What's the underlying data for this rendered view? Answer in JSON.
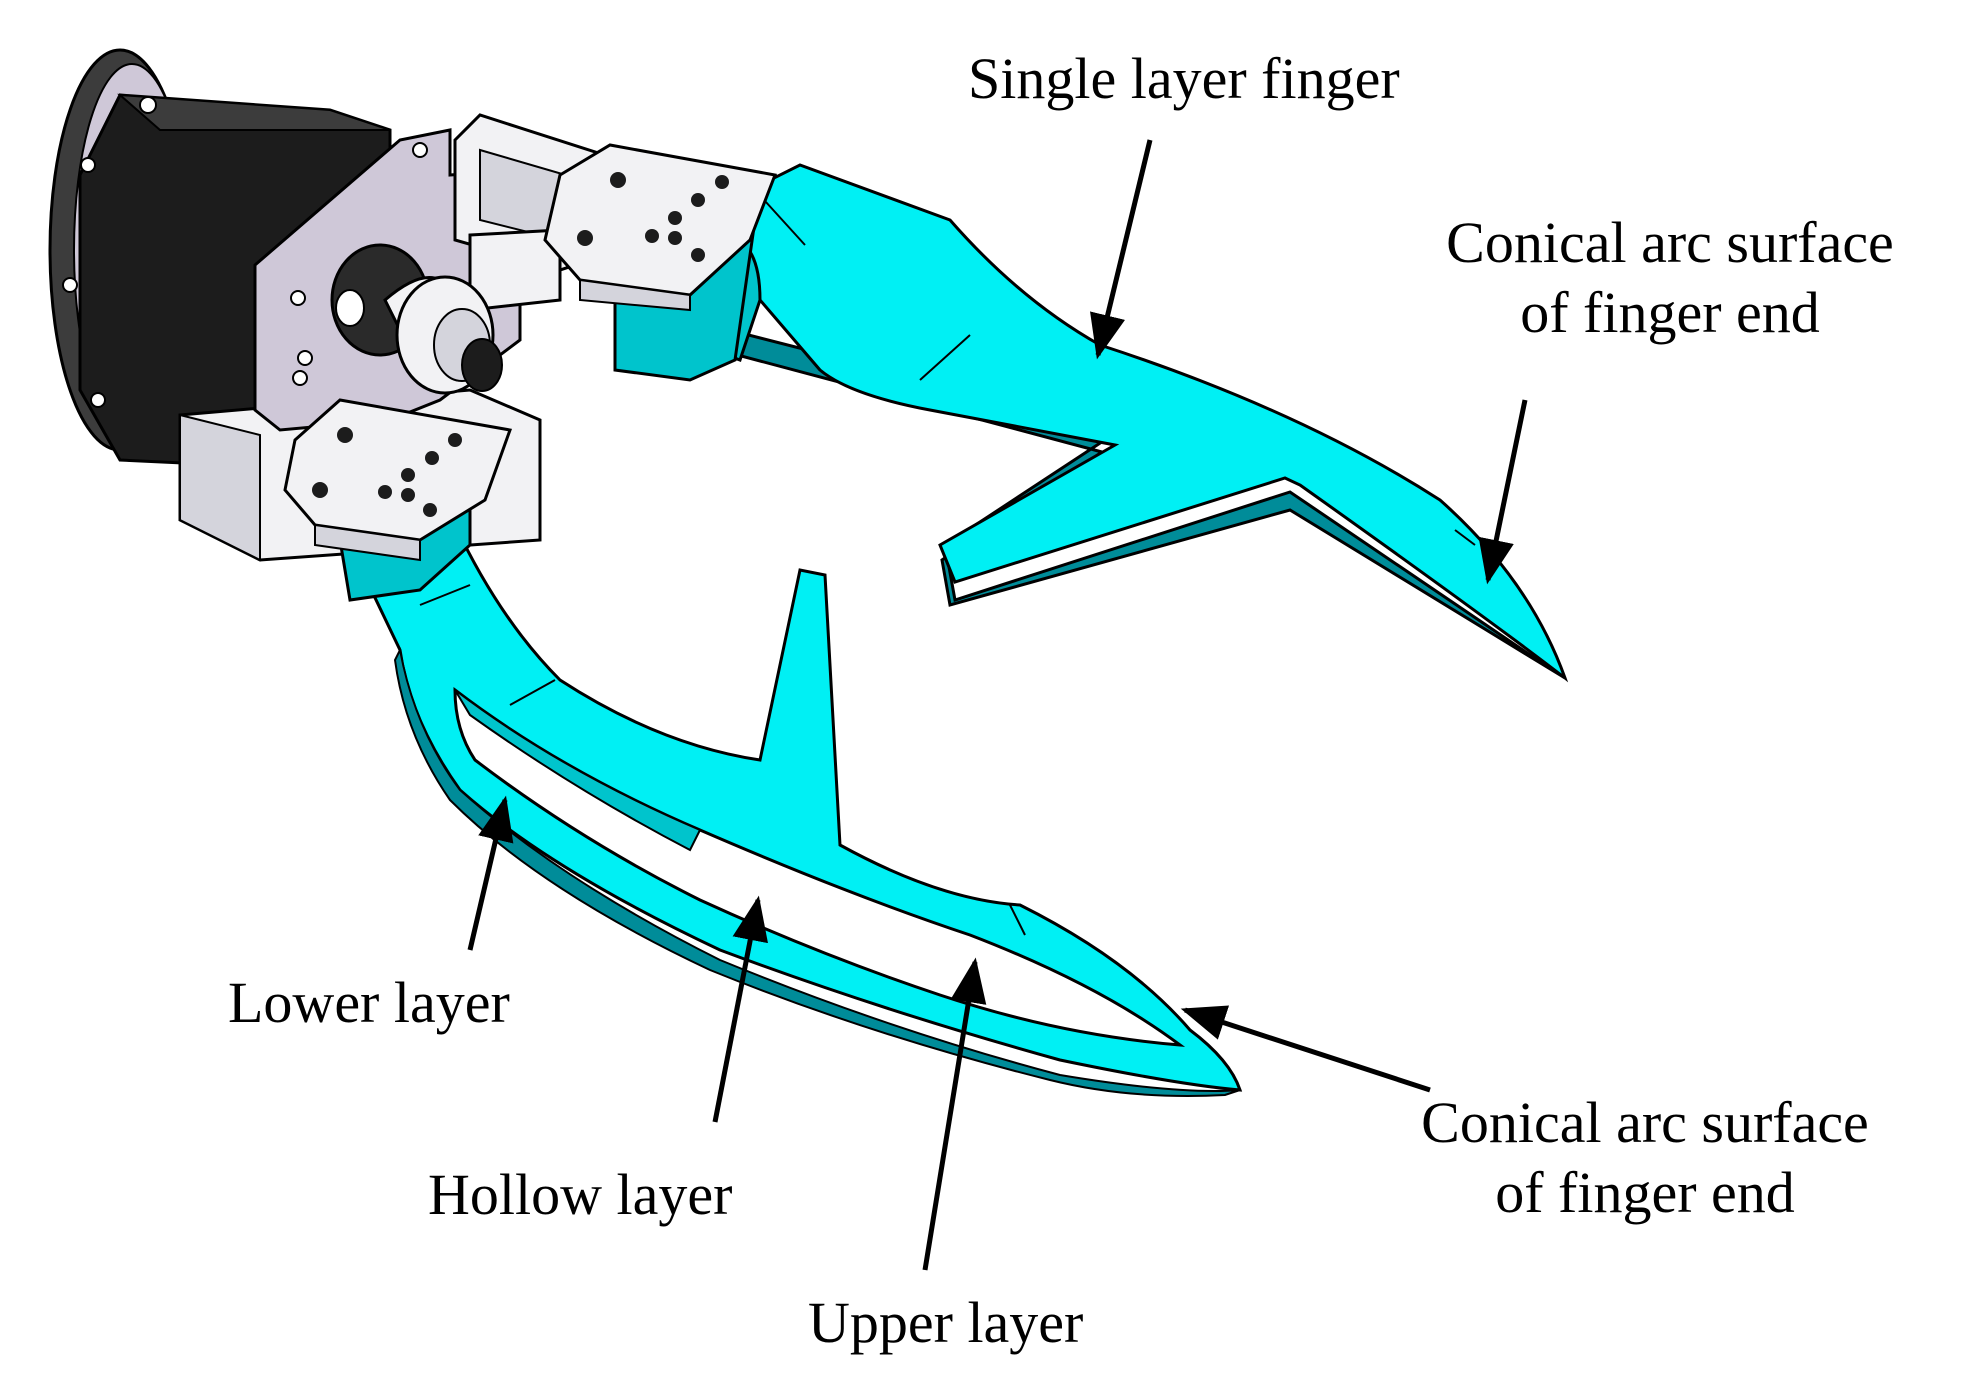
{
  "colors": {
    "finger": "#00f0f4",
    "finger_dark": "#008c99",
    "finger_mid": "#00c4cc",
    "bracket": "#f2f2f4",
    "bracket_shade": "#d4d4dc",
    "motor_face": "#cfc8d8",
    "motor_body": "#1c1c1c",
    "motor_body_mid": "#3c3c3c",
    "outline": "#000000"
  },
  "labels": {
    "single_layer_finger": "Single layer finger",
    "conical_upper_line1": "Conical arc surface",
    "conical_upper_line2": "of finger end",
    "conical_lower_line1": "Conical arc surface",
    "conical_lower_line2": "of finger end",
    "lower_layer": "Lower layer",
    "hollow_layer": "Hollow layer",
    "upper_layer": "Upper layer"
  }
}
